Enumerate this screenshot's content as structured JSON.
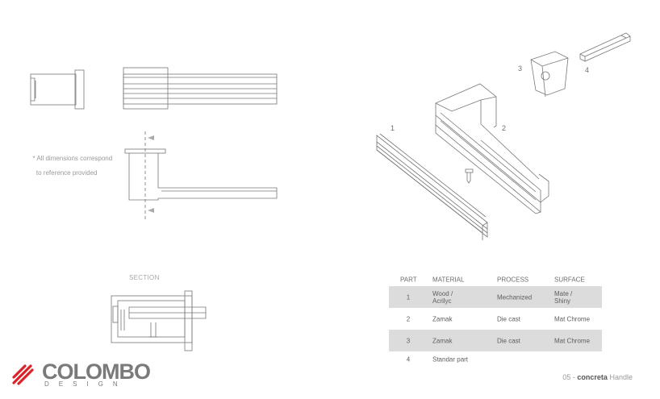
{
  "notes": {
    "dimensions_line1": "* All dimensions correspond",
    "dimensions_line2": "  to reference provided"
  },
  "section_label": "SECTION",
  "exploded_view": {
    "part_labels": [
      "1",
      "2",
      "3",
      "4"
    ]
  },
  "parts_table": {
    "headers": [
      "PART",
      "MATERIAL",
      "PROCESS",
      "SURFACE"
    ],
    "rows": [
      {
        "part": "1",
        "material": "Wood /\nAcrilyc",
        "process": "Mechanized",
        "surface": "Mate /\nShiny"
      },
      {
        "part": "2",
        "material": "Zamak",
        "process": "Die cast",
        "surface": "Mat Chrome"
      },
      {
        "part": "3",
        "material": "Zamak",
        "process": "Die cast",
        "surface": "Mat Chrome"
      },
      {
        "part": "4",
        "material": "Standar part",
        "process": "",
        "surface": ""
      }
    ],
    "row_shade_color": "#dcdcdc"
  },
  "footer": {
    "page": "05 -",
    "product": "concreta",
    "category": "Handle"
  },
  "logo": {
    "name": "COLOMBO",
    "sub": "DESIGN",
    "accent_color": "#d8232a"
  }
}
